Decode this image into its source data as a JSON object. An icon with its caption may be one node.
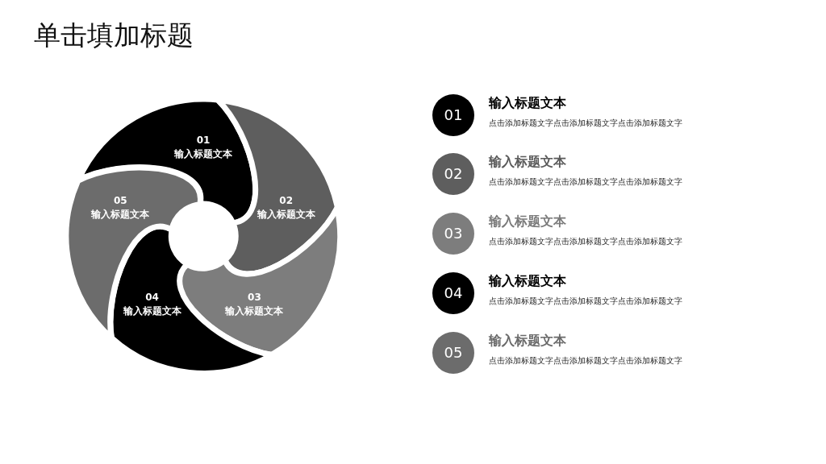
{
  "diagram": {
    "title": "单击填加标题",
    "nodes": [
      {
        "text": [
          "01",
          "输入标题文本"
        ]
      },
      {
        "text": [
          "02",
          "输入标题文本"
        ]
      },
      {
        "text": [
          "03",
          "输入标题文本"
        ]
      },
      {
        "text": [
          "04",
          "输入标题文本"
        ]
      },
      {
        "text": [
          "05",
          "输入标题文本"
        ]
      },
      {
        "text": [
          "01"
        ],
        "beside": [
          "输入标题文本",
          "点击添加标题文字点击添加标题文字点击添加标题文字"
        ]
      },
      {
        "text": [
          "02"
        ],
        "beside": [
          "输入标题文本",
          "点击添加标题文字点击添加标题文字点击添加标题文字"
        ]
      },
      {
        "text": [
          "03"
        ],
        "beside": [
          "输入标题文本",
          "点击添加标题文字点击添加标题文字点击添加标题文字"
        ]
      },
      {
        "text": [
          "04"
        ],
        "beside": [
          "输入标题文本",
          "点击添加标题文字点击添加标题文字点击添加标题文字"
        ]
      },
      {
        "text": [
          "05"
        ],
        "beside": [
          "输入标题文本",
          "点击添加标题文字点击添加标题文字点击添加标题文字"
        ]
      }
    ],
    "edges": []
  }
}
